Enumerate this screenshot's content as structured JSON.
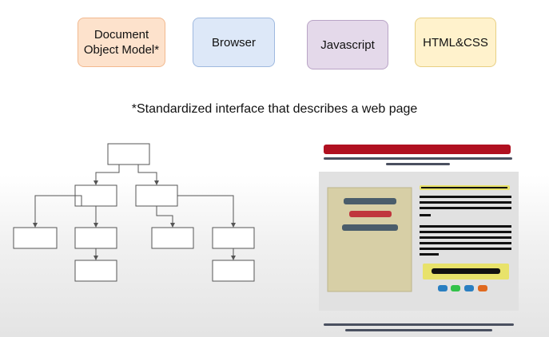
{
  "cards": [
    {
      "id": "card-dom",
      "label": "Document\nObject Model*",
      "color": "#fde2cc"
    },
    {
      "id": "card-browser",
      "label": "Browser",
      "color": "#dde8f8"
    },
    {
      "id": "card-js",
      "label": "Javascript",
      "color": "#e4d9ea"
    },
    {
      "id": "card-html",
      "label": "HTML&CSS",
      "color": "#fff2cc"
    }
  ],
  "footnote": "*Standardized interface that describes a web page",
  "colors": {
    "tree_box_stroke": "#555555",
    "page_header": "#b01020",
    "page_panel": "#d7cfa6",
    "highlight_bar": "#e8e26a",
    "nav_bar": "#4a5d6b",
    "active_bar": "#c0363d",
    "dots": [
      "#2a7fc1",
      "#33c24a",
      "#2a7fc1",
      "#e06a1f"
    ]
  }
}
